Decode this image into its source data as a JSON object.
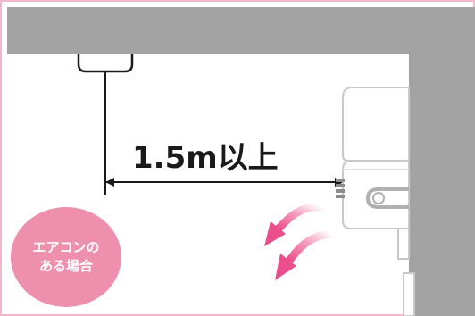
{
  "diagram": {
    "distance_label": "1.5m以上",
    "badge": {
      "line1": "エアコンの",
      "line2": "ある場合"
    }
  },
  "colors": {
    "wall": "#a3a3a3",
    "room_border": "#f2b8c9",
    "badge_fill": "#ef8fae",
    "airflow_arrow": "#ea4f8b",
    "dimension_line": "#1a1a1a"
  },
  "icons": [
    "ceiling-fixture-icon",
    "air-conditioner-icon",
    "airflow-arrow-icon"
  ]
}
